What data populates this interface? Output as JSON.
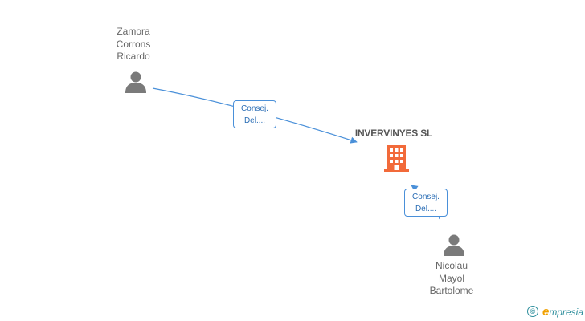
{
  "company": {
    "name": "INVERVINYES SL",
    "icon": "building-icon",
    "color": "#f26a3a"
  },
  "people": [
    {
      "id": "person-zamora",
      "name_lines": [
        "Zamora",
        "Corrons",
        "Ricardo"
      ],
      "icon": "person-icon"
    },
    {
      "id": "person-nicolau",
      "name_lines": [
        "Nicolau",
        "Mayol",
        "Bartolome"
      ],
      "icon": "person-icon"
    }
  ],
  "relations": [
    {
      "from": "person-zamora",
      "to": "company",
      "label_lines": [
        "Consej.",
        "Del...."
      ]
    },
    {
      "from": "person-nicolau",
      "to": "company",
      "label_lines": [
        "Consej.",
        "Del...."
      ]
    }
  ],
  "colors": {
    "edge": "#4a90d9",
    "person": "#7a7a7a",
    "label_text": "#666666"
  },
  "footer": {
    "copyright_symbol": "©",
    "brand_initial": "e",
    "brand_rest": "mpresia"
  }
}
